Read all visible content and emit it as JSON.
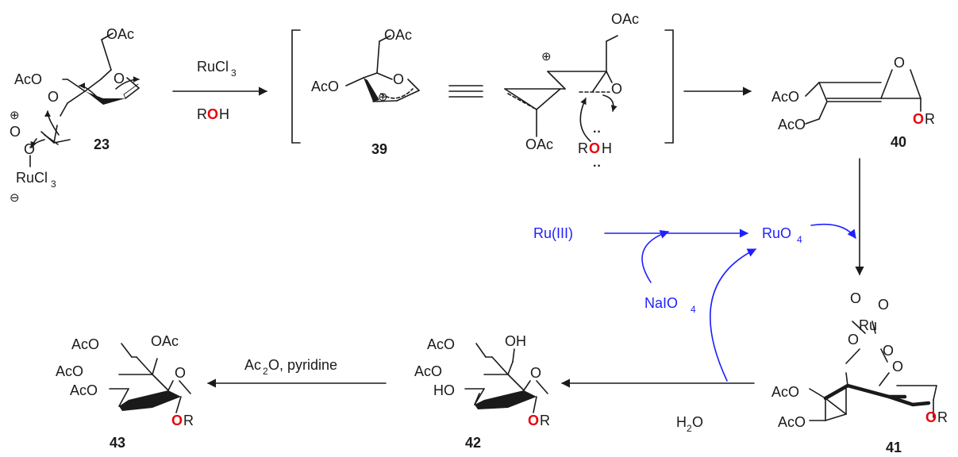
{
  "colors": {
    "ink": "#1a1a1a",
    "oxygen": "#e8000b",
    "catalyst": "#1f1fff"
  },
  "compounds": {
    "c23": {
      "label": "23"
    },
    "c39": {
      "label": "39"
    },
    "c40": {
      "label": "40"
    },
    "c41": {
      "label": "41"
    },
    "c42": {
      "label": "42"
    },
    "c43": {
      "label": "43"
    }
  },
  "atoms": {
    "OAc": "OAc",
    "AcO": "AcO",
    "O": "O",
    "R": "R",
    "OH": "OH",
    "HO": "HO",
    "Ru": "Ru",
    "RuCl": "RuCl",
    "sub3": "3",
    "plus": "⊕",
    "minus": "⊖",
    "lonepair": "··"
  },
  "reagents": {
    "step1_top": "RuCl",
    "step1_top_sub": "3",
    "step1_bottom_r": "R",
    "step1_bottom_o": "O",
    "step1_bottom_h": "H",
    "nucleophile_r": "R",
    "nucleophile_o": "O",
    "nucleophile_h": "H",
    "ru3": "Ru(III)",
    "ruo4": "RuO",
    "ruo4_sub": "4",
    "naio4": "NaIO",
    "naio4_sub": "4",
    "h2o_h": "H",
    "h2o_sub": "2",
    "h2o_o": "O",
    "ac2o_a": "Ac",
    "ac2o_sub": "2",
    "ac2o_rest": "O, pyridine"
  }
}
